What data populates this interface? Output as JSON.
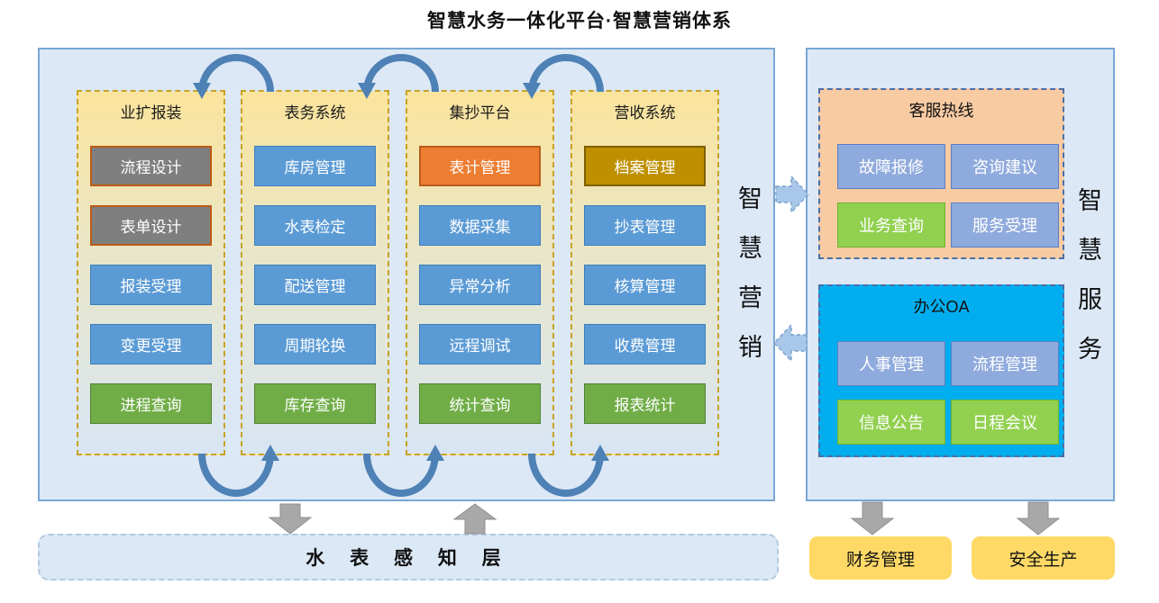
{
  "title": "智慧水务一体化平台·智慧营销体系",
  "left_panel": {
    "vertical_label": "智慧营销",
    "columns": [
      {
        "title": "业扩报装",
        "items": [
          {
            "label": "流程设计",
            "style": "gray"
          },
          {
            "label": "表单设计",
            "style": "gray"
          },
          {
            "label": "报装受理",
            "style": "blue"
          },
          {
            "label": "变更受理",
            "style": "blue"
          },
          {
            "label": "进程查询",
            "style": "green"
          }
        ]
      },
      {
        "title": "表务系统",
        "items": [
          {
            "label": "库房管理",
            "style": "blue"
          },
          {
            "label": "水表检定",
            "style": "blue"
          },
          {
            "label": "配送管理",
            "style": "blue"
          },
          {
            "label": "周期轮换",
            "style": "blue"
          },
          {
            "label": "库存查询",
            "style": "green"
          }
        ]
      },
      {
        "title": "集抄平台",
        "items": [
          {
            "label": "表计管理",
            "style": "orange"
          },
          {
            "label": "数据采集",
            "style": "blue"
          },
          {
            "label": "异常分析",
            "style": "blue"
          },
          {
            "label": "远程调试",
            "style": "blue"
          },
          {
            "label": "统计查询",
            "style": "green"
          }
        ]
      },
      {
        "title": "营收系统",
        "items": [
          {
            "label": "档案管理",
            "style": "gold"
          },
          {
            "label": "抄表管理",
            "style": "blue"
          },
          {
            "label": "核算管理",
            "style": "blue"
          },
          {
            "label": "收费管理",
            "style": "blue"
          },
          {
            "label": "报表统计",
            "style": "green"
          }
        ]
      }
    ]
  },
  "right_panel": {
    "vertical_label": "智慧服务",
    "groups": [
      {
        "title": "客服热线",
        "style": "peach",
        "items": [
          {
            "label": "故障报修",
            "style": "periwinkle"
          },
          {
            "label": "咨询建议",
            "style": "periwinkle"
          },
          {
            "label": "业务查询",
            "style": "lime"
          },
          {
            "label": "服务受理",
            "style": "periwinkle"
          }
        ]
      },
      {
        "title": "办公OA",
        "style": "cyan",
        "items": [
          {
            "label": "人事管理",
            "style": "periwinkle"
          },
          {
            "label": "流程管理",
            "style": "periwinkle"
          },
          {
            "label": "信息公告",
            "style": "lime"
          },
          {
            "label": "日程会议",
            "style": "lime"
          }
        ]
      }
    ]
  },
  "bottom": {
    "perception_layer_label": "水 表 感 知 层",
    "finance_label": "财务管理",
    "safety_label": "安全生产"
  },
  "colors": {
    "panel-fill": "#DCE8F6",
    "panel-border": "#7AA7D4",
    "column-border": "#C9A227",
    "column-top": "#FBE49C",
    "column-bottom": "#D8E5F3",
    "btn-gray": "#7F7F7F",
    "btn-gray-border": "#BC5A15",
    "btn-blue": "#5B9BD5",
    "btn-blue-border": "#3D7EBB",
    "btn-green": "#70AD47",
    "btn-green-border": "#548235",
    "btn-orange": "#ED7D31",
    "btn-orange-border": "#B85C1C",
    "btn-gold": "#BE9000",
    "btn-gold-border": "#7F6000",
    "btn-periwinkle": "#8FAADC",
    "btn-periwinkle-border": "#5B7FC4",
    "btn-lime": "#92D050",
    "btn-lime-border": "#6DB52E",
    "group-peach": "#F9CBA3",
    "group-cyan": "#00AEEF",
    "group-border": "#4A6FA5",
    "bar-fill": "#DBE8F6",
    "bar-border": "#B3C9DF",
    "yellow-box": "#FFD966",
    "arrow-blue": "#4E81B5",
    "arrow-lightblue": "#A9C7E8",
    "arrow-lightblue-border": "#7BA2CC",
    "arrow-gray": "#A8A8A8",
    "arrow-gray-border": "#8F8F8F"
  }
}
